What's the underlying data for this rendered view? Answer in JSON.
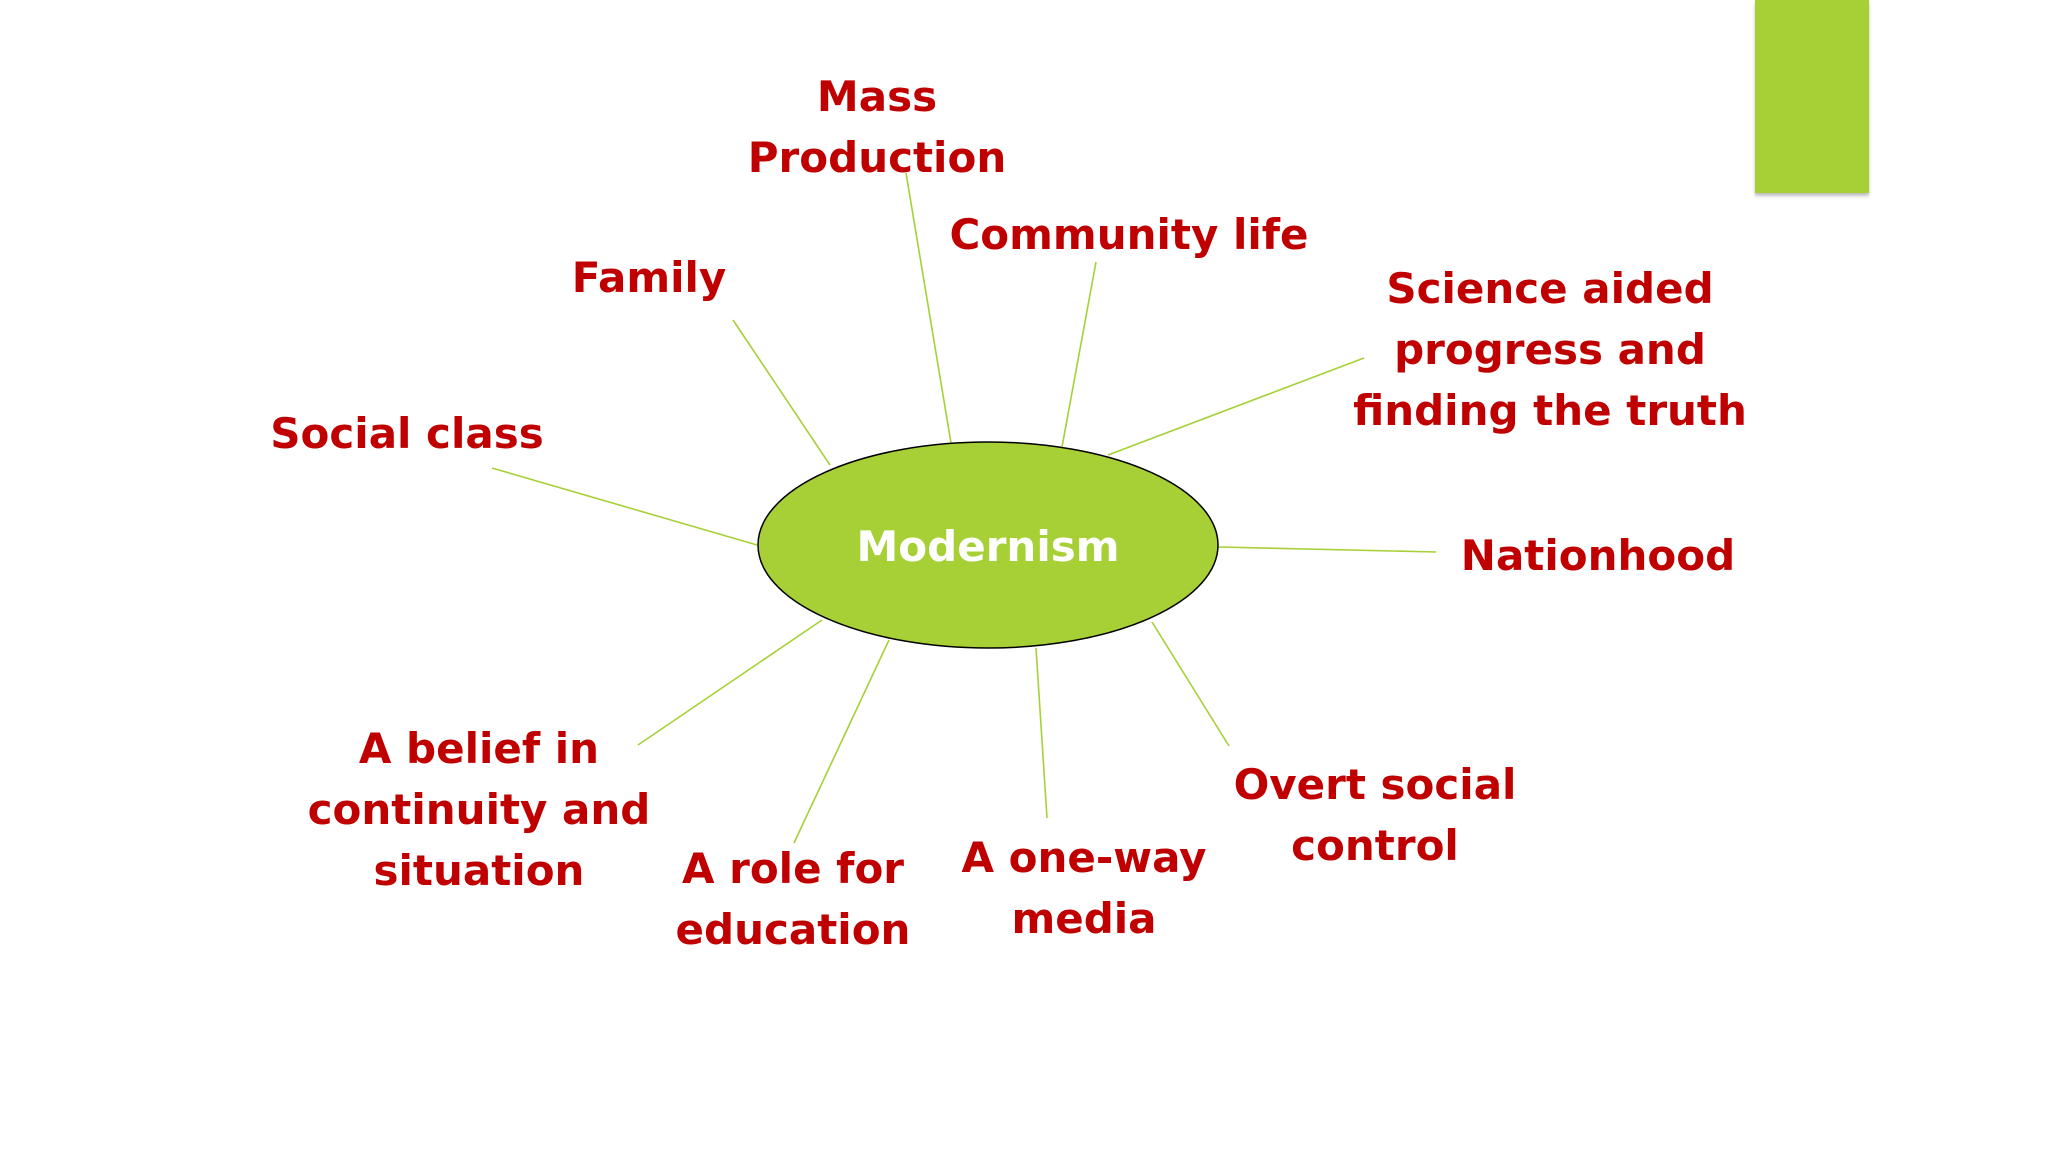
{
  "center": {
    "label": "Modernism",
    "fill": "#a7d036",
    "text_color": "#ffffff"
  },
  "label_color": "#c00000",
  "connector_color": "#a7d036",
  "accent_color": "#a7d036",
  "nodes": [
    {
      "name": "mass-production",
      "label": "Mass\nProduction"
    },
    {
      "name": "community-life",
      "label": "Community life"
    },
    {
      "name": "family",
      "label": "Family"
    },
    {
      "name": "science-aided-progress",
      "label": "Science aided\nprogress and\nfinding the truth"
    },
    {
      "name": "social-class",
      "label": "Social class"
    },
    {
      "name": "nationhood",
      "label": "Nationhood"
    },
    {
      "name": "belief-in-continuity",
      "label": "A belief in\ncontinuity and\nsituation"
    },
    {
      "name": "overt-social-control",
      "label": "Overt social\ncontrol"
    },
    {
      "name": "role-for-education",
      "label": "A role for\neducation"
    },
    {
      "name": "one-way-media",
      "label": "A one-way\nmedia"
    }
  ]
}
